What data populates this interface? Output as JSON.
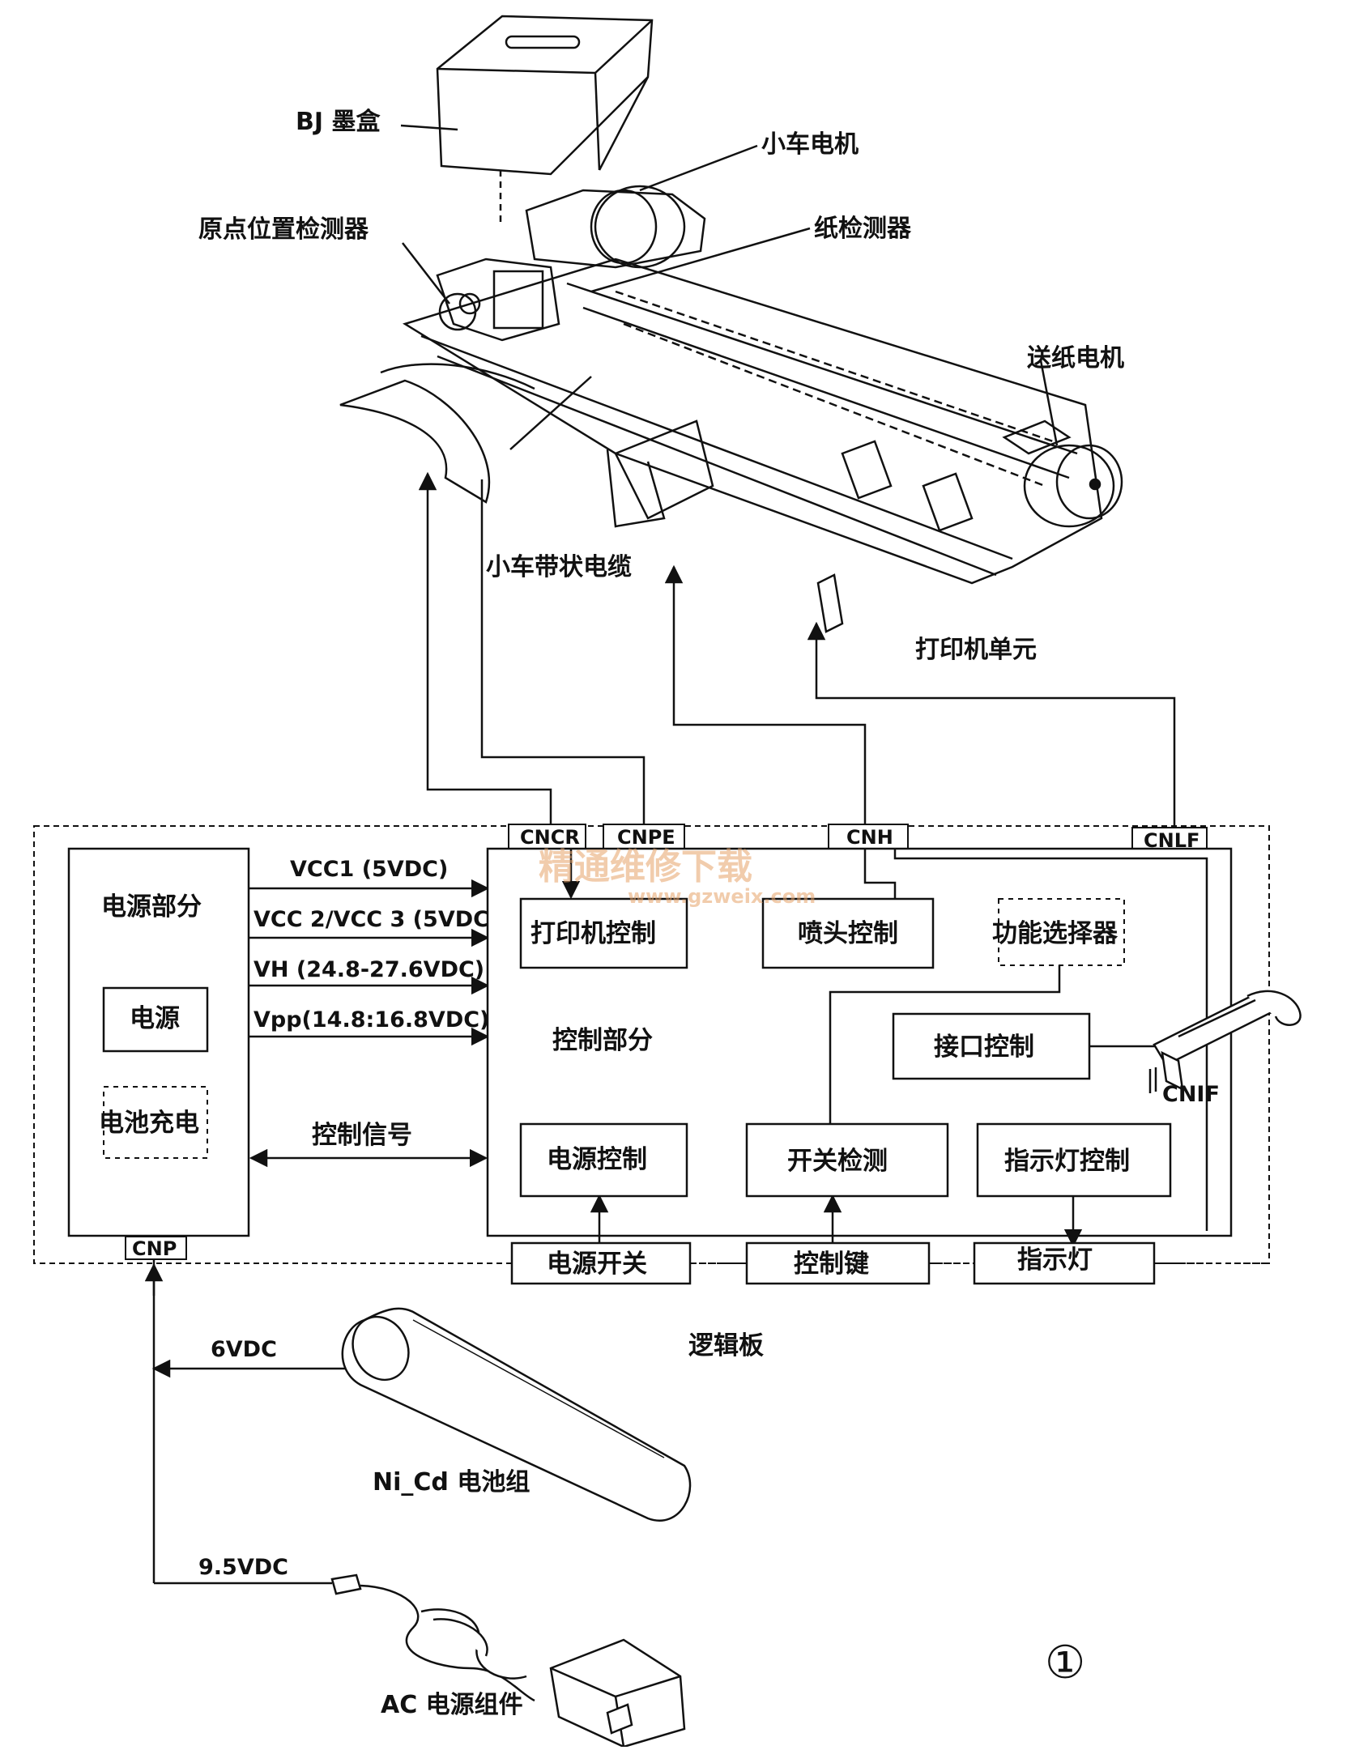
{
  "printer_unit": {
    "labels": {
      "ink_cartridge": "BJ 墨盒",
      "carriage_motor": "小车电机",
      "home_sensor": "原点位置检测器",
      "paper_sensor": "纸检测器",
      "feed_motor": "送纸电机",
      "carriage_cable": "小车带状电缆",
      "unit_name": "打印机单元"
    }
  },
  "connectors": {
    "cncr": "CNCR",
    "cnpe": "CNPE",
    "cnh": "CNH",
    "cnlf": "CNLF",
    "cnp": "CNP",
    "cnif": "CNIF"
  },
  "power_section": {
    "title": "电源部分",
    "supply": "电源",
    "charger": "电池充电"
  },
  "power_lines": {
    "vcc1": "VCC1 (5VDC)",
    "vcc23": "VCC 2/VCC 3 (5VDC)",
    "vh": "VH (24.8-27.6VDC)",
    "vpp": "Vpp(14.8:16.8VDC)",
    "control_signal": "控制信号"
  },
  "logic_board": {
    "control_section": "控制部分",
    "printer_control": "打印机控制",
    "head_control": "喷头控制",
    "function_selector": "功能选择器",
    "interface_control": "接口控制",
    "power_control": "电源控制",
    "switch_detect": "开关检测",
    "led_control": "指示灯控制",
    "power_switch": "电源开关",
    "control_keys": "控制键",
    "indicator": "指示灯",
    "board_name": "逻辑板"
  },
  "battery": {
    "voltage": "6VDC",
    "name": "Ni_Cd 电池组"
  },
  "adapter": {
    "voltage": "9.5VDC",
    "name": "AC 电源组件"
  },
  "figure_number": "①",
  "watermark": {
    "main": "精通维修下载",
    "url": "www.gzweix.com"
  }
}
